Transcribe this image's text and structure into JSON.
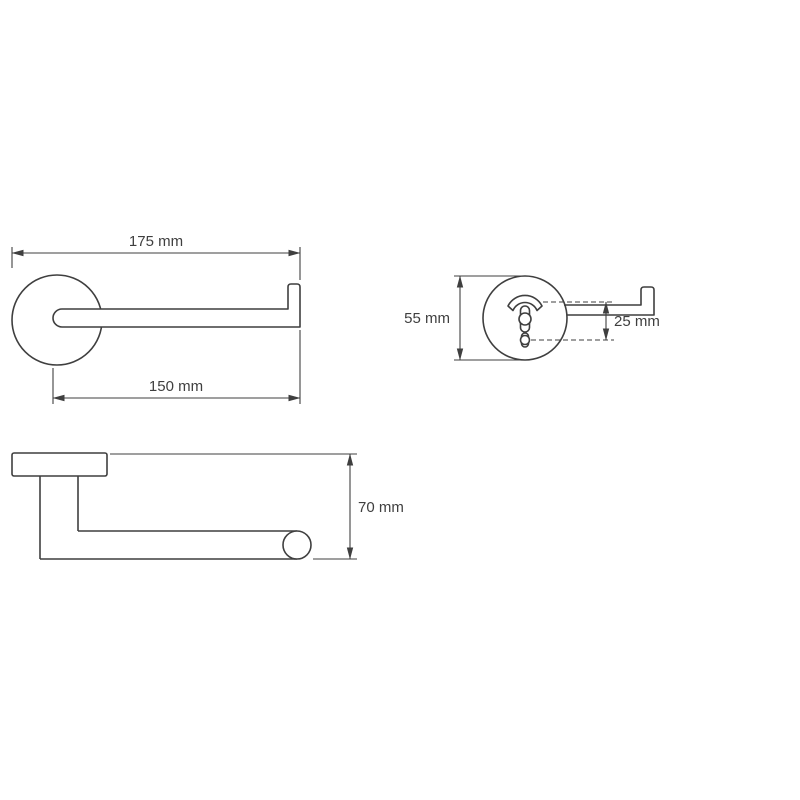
{
  "drawing": {
    "background": "#ffffff",
    "line_color": "#3f3f3f",
    "views": {
      "front": {
        "dim_total_length": "175 mm",
        "dim_bar_length": "150 mm"
      },
      "mounting": {
        "dim_plate_diameter": "55 mm",
        "dim_hole_spacing": "25 mm"
      },
      "top": {
        "dim_depth": "70 mm"
      }
    }
  }
}
